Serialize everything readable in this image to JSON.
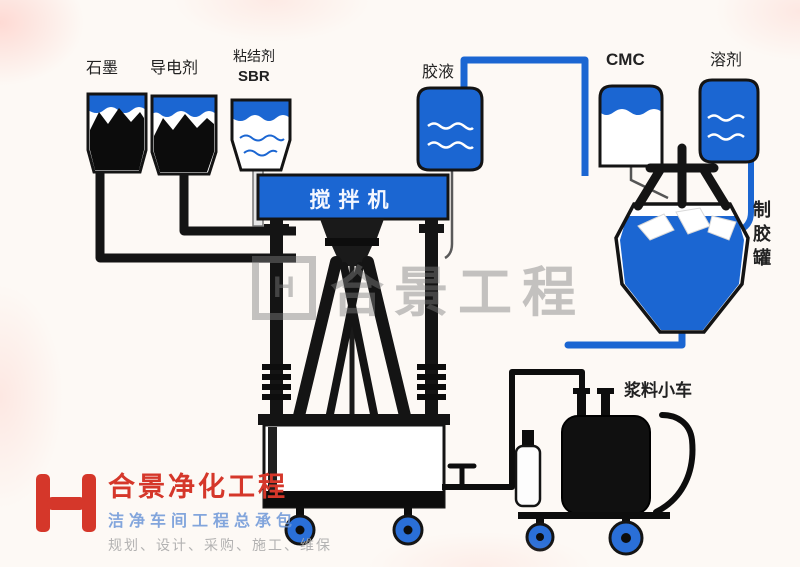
{
  "colors": {
    "background": "#fdf9f5",
    "blue": "#1b66d2",
    "black": "#111111",
    "red": "#d5372a",
    "watermark_gray": "#7f7f7f"
  },
  "labels": {
    "graphite": "石墨",
    "conductive_agent": "导电剂",
    "binder": "粘结剂",
    "sbr": "SBR",
    "glue_liquid": "胶液",
    "cmc": "CMC",
    "solvent": "溶剂",
    "mixer": "搅拌机",
    "glue_tank": "制胶罐",
    "slurry_cart": "浆料小车"
  },
  "watermark": {
    "logo_letter": "H",
    "text": "合景工程"
  },
  "footer": {
    "company": "合景净化工程",
    "tagline": "洁净车间工程总承包",
    "services": "规划、设计、采购、施工、维保"
  }
}
